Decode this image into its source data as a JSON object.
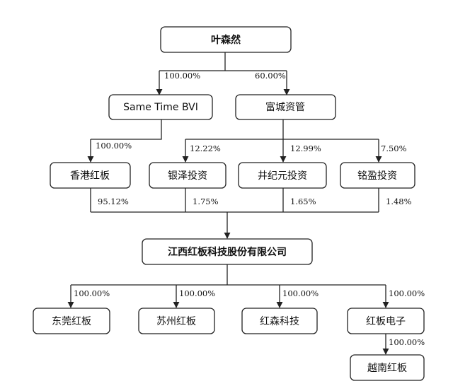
{
  "nodes": {
    "ye_senran": "叶森然",
    "same_time_bvi": "Same Time BVI",
    "fucheng": "富城资管",
    "xianggang": "香港红板",
    "yinze": "银泽投资",
    "jingjiyuan": "井纪元投资",
    "mingying": "铭盈投资",
    "company": "江西红板科技股份有限公司",
    "dongguan": "东莞红板",
    "suzhou": "苏州红板",
    "hongsen": "红森科技",
    "hongban_dianzi": "红板电子",
    "yuenan": "越南红板"
  },
  "percentages": {
    "ye_to_bvi": "100.00%",
    "ye_to_fucheng": "60.00%",
    "bvi_to_xianggang": "100.00%",
    "fucheng_to_yinze": "12.22%",
    "fucheng_to_jingjiyuan": "12.99%",
    "fucheng_to_mingying": "7.50%",
    "xianggang_to_company": "95.12%",
    "yinze_to_company": "1.75%",
    "jingjiyuan_to_company": "1.65%",
    "mingying_to_company": "1.48%",
    "company_to_dongguan": "100.00%",
    "company_to_suzhou": "100.00%",
    "company_to_hongsen": "100.00%",
    "company_to_dianzi": "100.00%",
    "dianzi_to_yuenan": "100.00%"
  }
}
